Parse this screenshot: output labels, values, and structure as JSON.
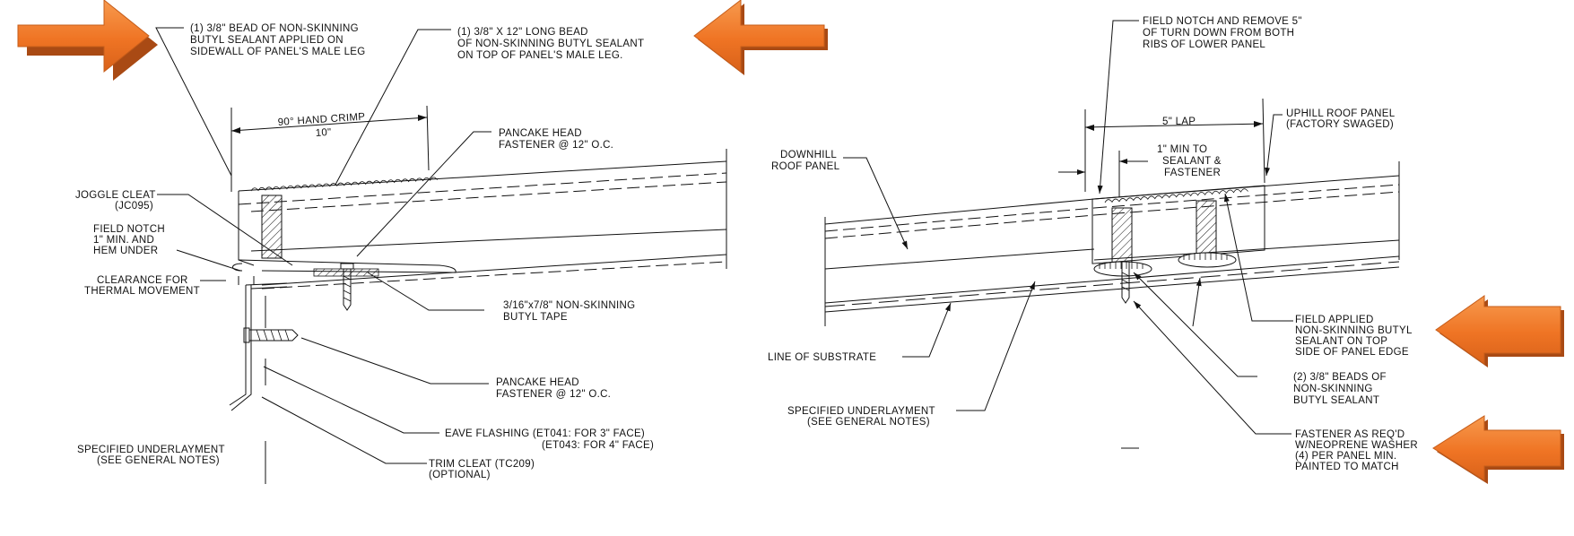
{
  "colors": {
    "arrow_fill": "#f07a2a",
    "arrow_edge": "#b9521a",
    "line": "#111111",
    "background": "#ffffff"
  },
  "icons": [
    "arrow-right-icon",
    "arrow-left-icon"
  ],
  "left_detail": {
    "bead_sidewall": [
      "(1) 3/8\" BEAD OF NON-SKINNING",
      "BUTYL SEALANT APPLIED ON",
      "SIDEWALL OF PANEL'S MALE LEG"
    ],
    "bead_top": [
      "(1) 3/8\" X 12\" LONG BEAD",
      "OF NON-SKINNING BUTYL SEALANT",
      "ON TOP OF PANEL'S MALE LEG."
    ],
    "hand_crimp": [
      "90° HAND CRIMP",
      "10\""
    ],
    "pancake_upper": [
      "PANCAKE HEAD",
      "FASTENER @ 12\" O.C."
    ],
    "joggle_cleat": [
      "JOGGLE CLEAT",
      "(JC095)"
    ],
    "field_notch": [
      "FIELD NOTCH",
      "1\" MIN. AND",
      "HEM UNDER"
    ],
    "clearance": [
      "CLEARANCE FOR",
      "THERMAL MOVEMENT"
    ],
    "butyl_tape": [
      "3/16\"x7/8\" NON-SKINNING",
      "BUTYL TAPE"
    ],
    "pancake_lower": [
      "PANCAKE HEAD",
      "FASTENER @ 12\" O.C."
    ],
    "eave_flashing": [
      "EAVE FLASHING (ET041: FOR 3\" FACE)",
      "(ET043: FOR 4\" FACE)"
    ],
    "underlayment": [
      "SPECIFIED UNDERLAYMENT",
      "(SEE GENERAL NOTES)"
    ],
    "trim_cleat": [
      "TRIM CLEAT (TC209)",
      "(OPTIONAL)"
    ]
  },
  "right_detail": {
    "field_notch_remove": [
      "FIELD NOTCH AND REMOVE 5\"",
      "OF TURN DOWN FROM BOTH",
      "RIBS OF LOWER PANEL"
    ],
    "lap": "5\" LAP",
    "uphill_panel": [
      "UPHILL ROOF PANEL",
      "(FACTORY SWAGED)"
    ],
    "downhill_panel": [
      "DOWNHILL",
      "ROOF PANEL"
    ],
    "min_to_sealant": [
      "1\" MIN TO",
      "SEALANT &",
      "FASTENER"
    ],
    "substrate": "LINE OF SUBSTRATE",
    "underlayment": [
      "SPECIFIED UNDERLAYMENT",
      "(SEE GENERAL NOTES)"
    ],
    "field_applied": [
      "FIELD APPLIED",
      "NON-SKINNING BUTYL",
      "SEALANT ON TOP",
      "SIDE OF PANEL EDGE"
    ],
    "beads": [
      "(2) 3/8\" BEADS OF",
      "NON-SKINNING",
      "BUTYL SEALANT"
    ],
    "fastener": [
      "FASTENER AS REQ'D",
      "W/NEOPRENE WASHER",
      "(4) PER PANEL MIN.",
      "PAINTED TO MATCH"
    ]
  }
}
